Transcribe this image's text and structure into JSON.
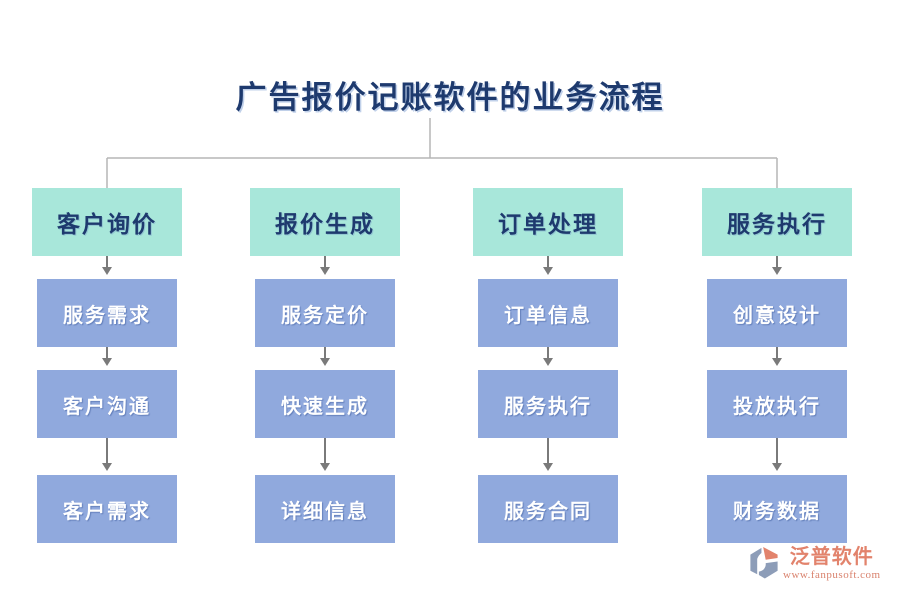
{
  "title": "广告报价记账软件的业务流程",
  "columns": [
    {
      "header": "客户询价",
      "steps": [
        "服务需求",
        "客户沟通",
        "客户需求"
      ]
    },
    {
      "header": "报价生成",
      "steps": [
        "服务定价",
        "快速生成",
        "详细信息"
      ]
    },
    {
      "header": "订单处理",
      "steps": [
        "订单信息",
        "服务执行",
        "服务合同"
      ]
    },
    {
      "header": "服务执行",
      "steps": [
        "创意设计",
        "投放执行",
        "财务数据"
      ]
    }
  ],
  "watermark": {
    "brand": "泛普软件",
    "url": "www.fanpusoft.com"
  },
  "colors": {
    "header_fill": "#a8e7da",
    "step_fill": "#90a9dd",
    "title_text": "#1e3a6e",
    "step_text": "#ffffff",
    "connector_line": "#b5b5b5",
    "arrow": "#7a7a7a",
    "watermark_text": "#e2836c",
    "logo_blue": "#8d9db8",
    "logo_orange": "#e2836c"
  }
}
